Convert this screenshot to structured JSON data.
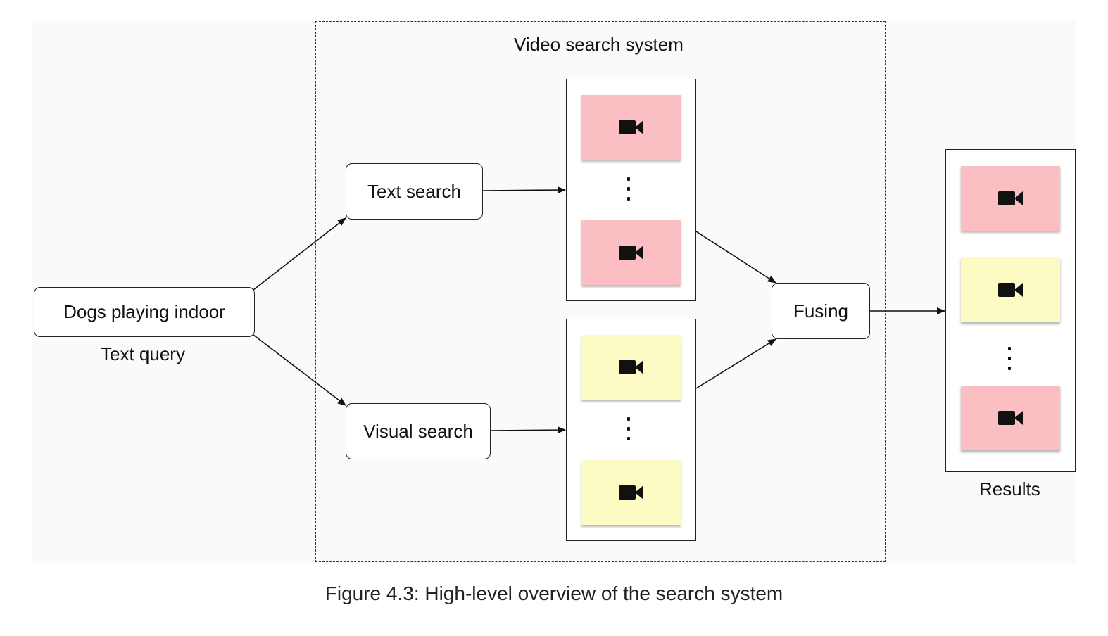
{
  "diagram": {
    "query_text": "Dogs playing indoor",
    "query_caption": "Text query",
    "system_title": "Video search system",
    "text_search_label": "Text search",
    "visual_search_label": "Visual search",
    "fusing_label": "Fusing",
    "results_label": "Results"
  },
  "cards": {
    "text_search_results": [
      "pink",
      "pink"
    ],
    "visual_search_results": [
      "yellow",
      "yellow"
    ],
    "final_results": [
      "pink",
      "yellow",
      "pink"
    ]
  },
  "colors": {
    "pink_card": "#fbbfc3",
    "yellow_card": "#fbfbc3",
    "border": "#222222"
  },
  "icons": {
    "card_icon": "video-camera-icon",
    "ellipsis": "vertical-ellipsis-icon"
  },
  "caption": "Figure 4.3: High-level overview of the search system"
}
